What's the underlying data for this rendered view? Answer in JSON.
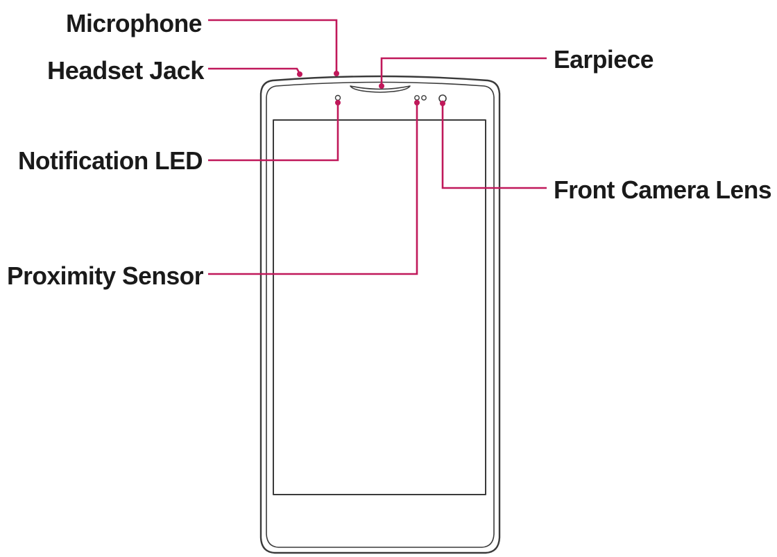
{
  "colors": {
    "leader": "#c0185a",
    "outline": "#3a3a3a",
    "text": "#1a1a1a"
  },
  "callouts": {
    "microphone": "Microphone",
    "headset_jack": "Headset Jack",
    "notification_led": "Notification LED",
    "proximity_sensor": "Proximity Sensor",
    "earpiece": "Earpiece",
    "front_camera_lens": "Front Camera Lens"
  }
}
